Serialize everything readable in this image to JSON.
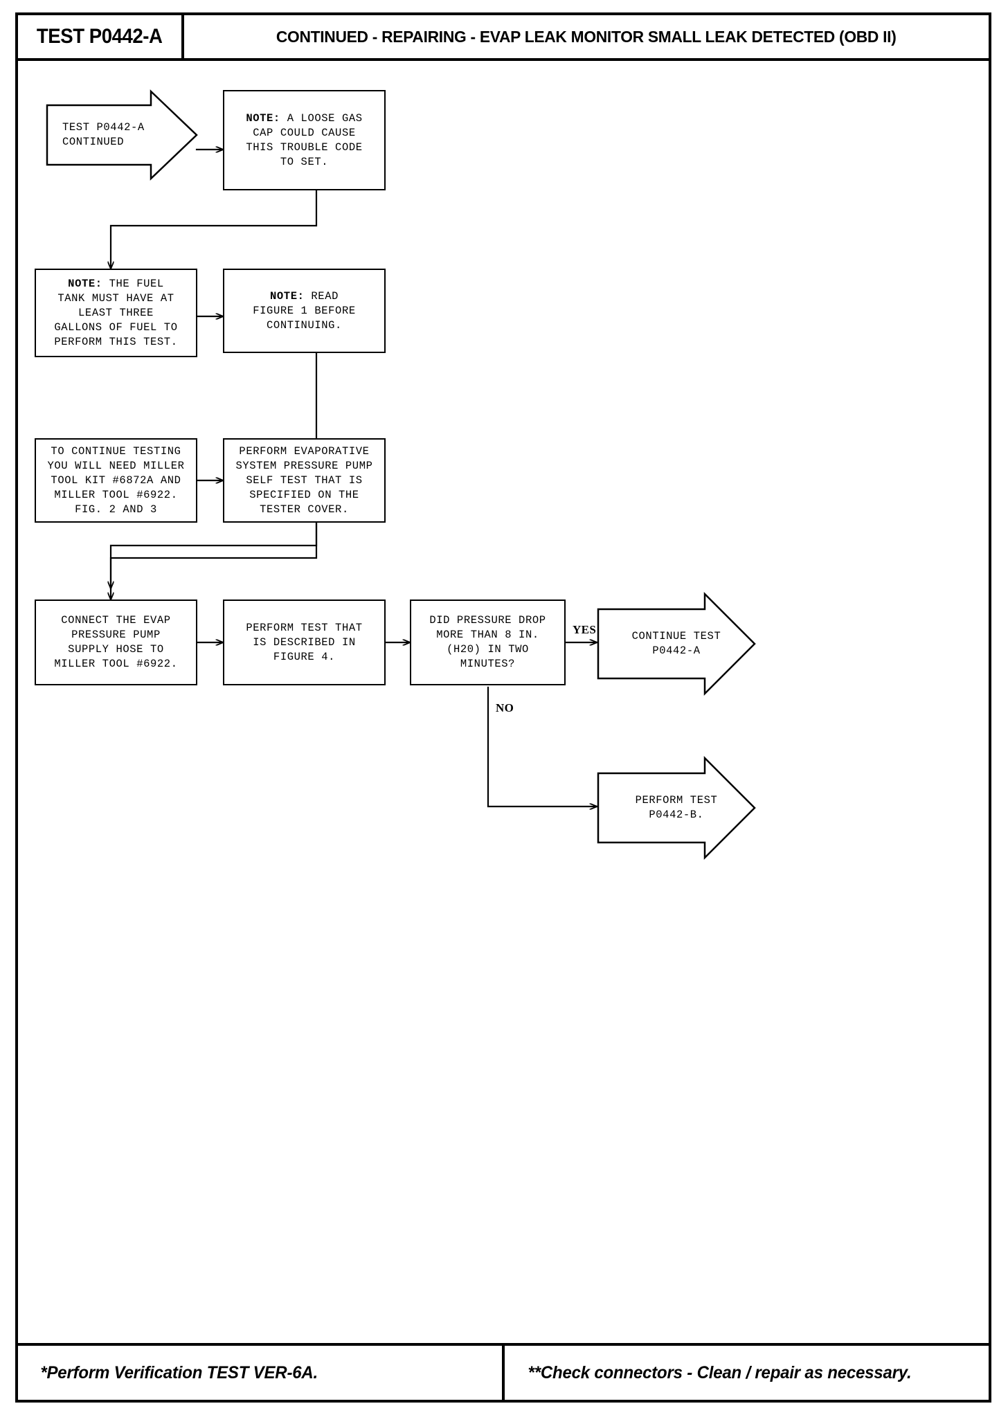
{
  "header": {
    "test_code": "TEST P0442-A",
    "title": "CONTINUED - REPAIRING - EVAP LEAK MONITOR SMALL LEAK DETECTED (OBD II)"
  },
  "flow": {
    "nodes": [
      {
        "id": "start",
        "shape": "pentagon-right",
        "text": "TEST P0442-A\nCONTINUED"
      },
      {
        "id": "note-gas-cap",
        "shape": "rect",
        "note_prefix": "NOTE:",
        "text": "NOTE: A LOOSE GAS\nCAP COULD CAUSE\nTHIS TROUBLE CODE\nTO SET."
      },
      {
        "id": "note-fuel-tank",
        "shape": "rect",
        "note_prefix": "NOTE:",
        "text": "NOTE: THE FUEL\nTANK MUST HAVE AT\nLEAST THREE\nGALLONS OF FUEL TO\nPERFORM THIS TEST."
      },
      {
        "id": "note-read-figure",
        "shape": "rect",
        "note_prefix": "NOTE:",
        "text": "NOTE: READ\nFIGURE 1 BEFORE\nCONTINUING."
      },
      {
        "id": "tools-needed",
        "shape": "rect",
        "text": "TO CONTINUE TESTING\nYOU WILL NEED MILLER\nTOOL KIT #6872A AND\nMILLER TOOL #6922.\nFIG. 2 AND 3"
      },
      {
        "id": "pump-self-test",
        "shape": "rect",
        "text": "PERFORM EVAPORATIVE\nSYSTEM PRESSURE PUMP\nSELF TEST THAT IS\nSPECIFIED ON THE\nTESTER COVER."
      },
      {
        "id": "connect-hose",
        "shape": "rect",
        "text": "CONNECT THE EVAP\nPRESSURE PUMP\nSUPPLY HOSE TO\nMILLER TOOL #6922."
      },
      {
        "id": "perform-test-fig4",
        "shape": "rect",
        "text": "PERFORM TEST THAT\nIS DESCRIBED IN\nFIGURE 4."
      },
      {
        "id": "decision-pressure-drop",
        "shape": "rect",
        "text": "DID PRESSURE DROP\nMORE THAN 8 IN.\n(H20) IN TWO\nMINUTES?"
      },
      {
        "id": "continue-test-a",
        "shape": "arrow-right",
        "text": "CONTINUE TEST\nP0442-A"
      },
      {
        "id": "perform-test-b",
        "shape": "arrow-right",
        "text": "PERFORM TEST\nP0442-B."
      }
    ],
    "edge_labels": {
      "yes": "YES",
      "no": "NO"
    }
  },
  "footer": {
    "left": "*Perform Verification TEST VER-6A.",
    "right": "**Check connectors - Clean / repair as necessary."
  }
}
